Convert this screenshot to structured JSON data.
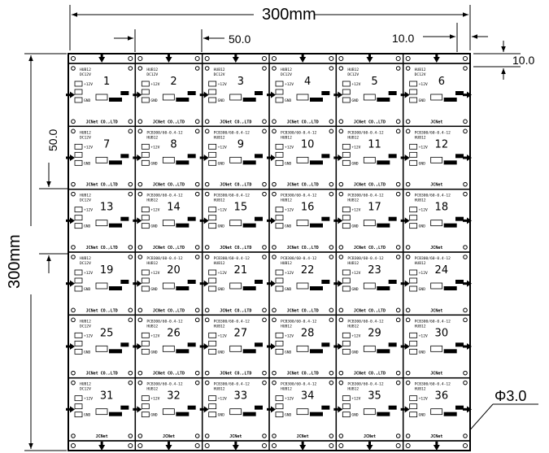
{
  "dimensions": {
    "total_width": "300mm",
    "total_height": "300mm",
    "cell_width": "50.0",
    "cell_height": "50.0",
    "rail_x": "10.0",
    "rail_y": "10.0",
    "hole": "Φ3.0"
  },
  "board": {
    "rows": 6,
    "cols": 6,
    "cell_labels": [
      "1",
      "2",
      "3",
      "4",
      "5",
      "6",
      "7",
      "8",
      "9",
      "10",
      "11",
      "12",
      "13",
      "14",
      "15",
      "16",
      "17",
      "18",
      "19",
      "20",
      "21",
      "22",
      "23",
      "24",
      "25",
      "26",
      "27",
      "28",
      "29",
      "30",
      "31",
      "32",
      "33",
      "34",
      "35",
      "36"
    ],
    "silk_part": "PCB300/60-0.4-12",
    "silk_line1": "HUB12",
    "silk_line2": "DC12V",
    "silk_company": "JCNet CO.,LTD",
    "silk_company_short": "JCNet",
    "silk_v": "+12V",
    "silk_gnd": "GND"
  }
}
